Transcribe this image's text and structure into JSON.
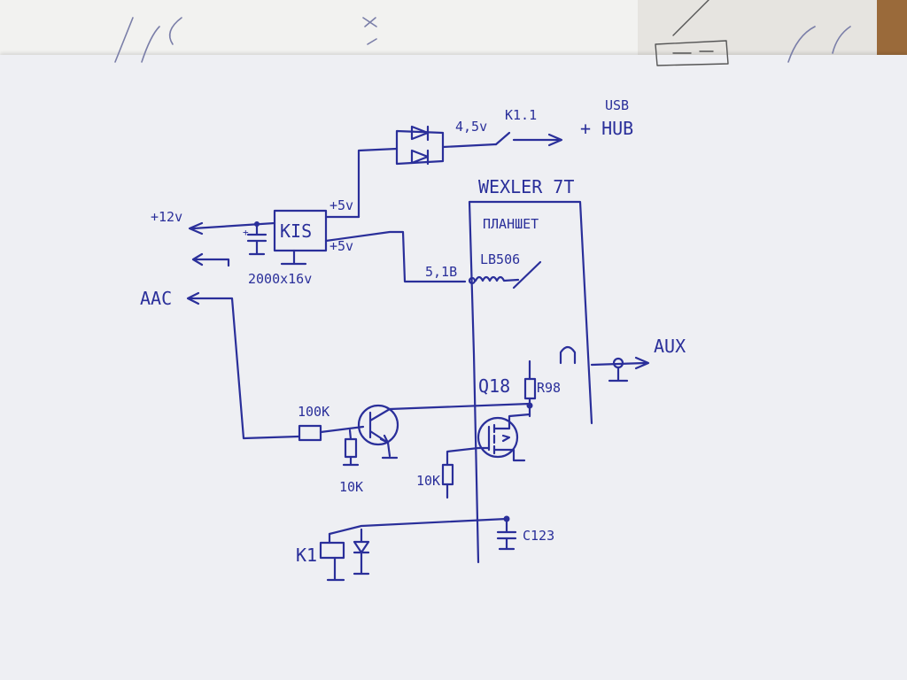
{
  "labels": {
    "usb": "USB",
    "hub": "+ HUB",
    "v45": "4,5v",
    "k11": "K1.1",
    "wexler": "WEXLER 7T",
    "tablet": "ПЛАНШЕТ",
    "p5v_a": "+5v",
    "p5v_b": "+5v",
    "p12v": "+12v",
    "kis": "KIS",
    "cap": "2000x16v",
    "v51": "5,1B",
    "lb506": "LB506",
    "aac": "AAC",
    "aux": "AUX",
    "q18": "Q18",
    "r98": "R98",
    "r100k": "100K",
    "r10k_a": "10K",
    "r10k_b": "10K",
    "c123": "C123",
    "k1": "K1"
  },
  "colors": {
    "ink": "#2a2f9a",
    "paper": "#eeeff3"
  }
}
